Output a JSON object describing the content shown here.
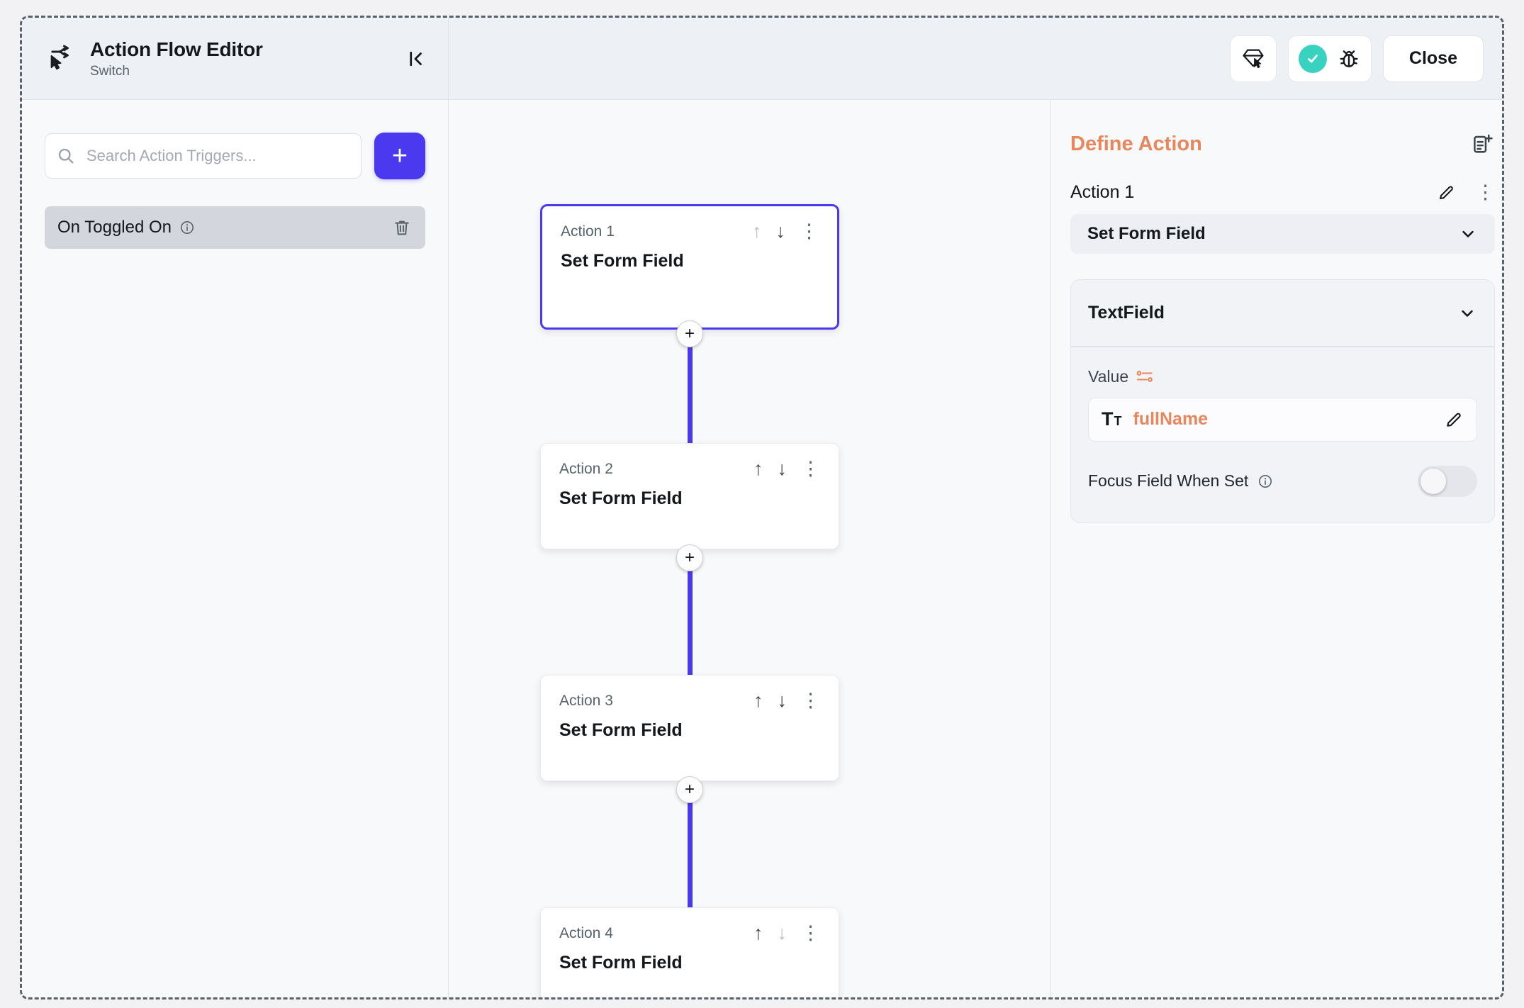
{
  "colors": {
    "primary": "#4B39EF",
    "accent_orange": "#E8875C",
    "accent_teal": "#39D2C0",
    "text_dark": "#14181B",
    "text_gray": "#57636C"
  },
  "icons": {
    "plus": "+",
    "arrow_up": "↑",
    "arrow_down": "↓",
    "kebab": "⋮"
  },
  "header": {
    "title": "Action Flow Editor",
    "subtitle": "Switch",
    "close_label": "Close"
  },
  "sidebar": {
    "search_placeholder": "Search Action Triggers...",
    "triggers": [
      {
        "label": "On Toggled On"
      }
    ]
  },
  "canvas": {
    "actions": [
      {
        "label": "Action 1",
        "title": "Set Form Field"
      },
      {
        "label": "Action 2",
        "title": "Set Form Field"
      },
      {
        "label": "Action 3",
        "title": "Set Form Field"
      },
      {
        "label": "Action 4",
        "title": "Set Form Field"
      }
    ]
  },
  "inspector": {
    "title": "Define Action",
    "action_label": "Action 1",
    "action_type": "Set Form Field",
    "widget": {
      "name": "TextField",
      "value_label": "Value",
      "value": "fullName",
      "focus_label": "Focus Field When Set"
    }
  }
}
